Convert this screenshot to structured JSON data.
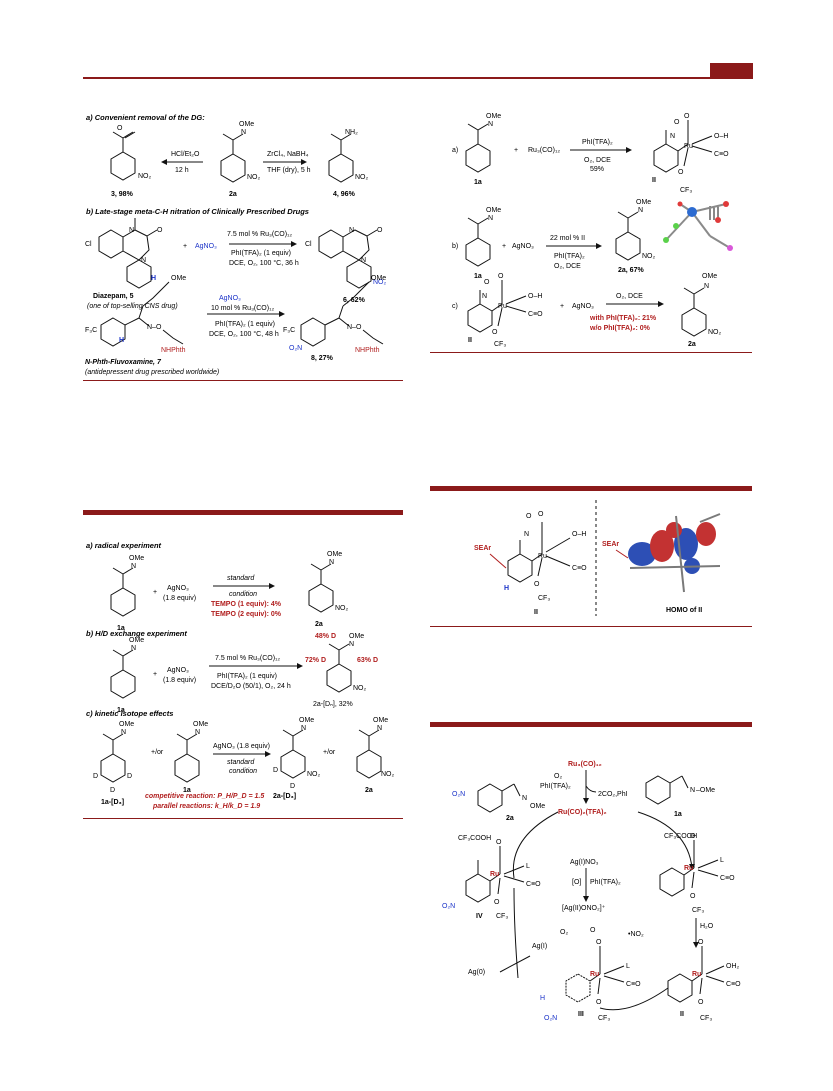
{
  "colors": {
    "accent": "#8b1a1a",
    "red_text": "#b01e1e",
    "blue_text": "#1a32c8"
  },
  "scheme1": {
    "a_title": "a) Convenient removal of the DG:",
    "a_reag1_top": "HCl/Et₂O",
    "a_reag1_bot": "12 h",
    "a_reag2_top": "ZrCl₄, NaBH₄",
    "a_reag2_bot": "THF (dry), 5 h",
    "cmpd3": "3, 98%",
    "cmpd2a": "2a",
    "cmpd4": "4, 96%",
    "b_title": "b) Late-stage meta-C-H nitration of Clinically Prescribed Drugs",
    "diazepam": "Diazepam, 5",
    "diazepam_note": "(one of top-selling CNS drug)",
    "agno3": "AgNO₃",
    "cond_b1_1": "7.5 mol % Ru₃(CO)₁₂",
    "cond_b1_2": "PhI(TFA)₂ (1 equiv)",
    "cond_b1_3": "DCE, O₂, 100 °C, 36 h",
    "cmpd6": "6, 62%",
    "cond_b2_0": "AgNO₃",
    "cond_b2_1": "10 mol % Ru₃(CO)₁₂",
    "cond_b2_2": "PhI(TFA)₂ (1 equiv)",
    "cond_b2_3": "DCE, O₂, 100 °C, 48 h",
    "cmpd8": "8, 27%",
    "fluvox": "N-Phth-Fluvoxamine, 7",
    "fluvox_note": "(antidepressent drug prescribed worldwide)",
    "nhphth": "NHPhth",
    "ome": "OMe"
  },
  "scheme2": {
    "a_title": "a) radical experiment",
    "agno3": "AgNO₃",
    "equiv": "(1.8 equiv)",
    "std": "standard",
    "cond": "condition",
    "tempo1": "TEMPO (1 equiv): 4%",
    "tempo2": "TEMPO (2 equiv): 0%",
    "b_title": "b) H/D exchange experiment",
    "cond_b1": "7.5 mol % Ru₃(CO)₁₂",
    "cond_b2": "PhI(TFA)₂ (1 equiv)",
    "cond_b3": "DCE/D₂O (50/1), O₂, 24 h",
    "d48": "48% D",
    "d72": "72% D",
    "d63": "63% D",
    "prod_b": "2a-[Dₙ], 32%",
    "c_title": "c) kinetic isotope effects",
    "cond_c1": "AgNO₃ (1.8 equiv)",
    "or": "+/or",
    "c1a_d3": "1a-[D₃]",
    "c2a_d3": "2a-[D₃]",
    "comp": "competitive reaction: P_H/P_D = 1.5",
    "par": "parallel reactions: k_H/k_D = 1.9",
    "lbl1a": "1a",
    "lbl2a": "2a",
    "ome": "OMe"
  },
  "scheme3": {
    "a": "a)",
    "b": "b)",
    "c": "c)",
    "ru": "Ru₃(CO)₁₂",
    "cond_a1": "PhI(TFA)₂",
    "cond_a2": "O₂, DCE",
    "cond_a3": "59%",
    "cond_b1": "22 mol % II",
    "cond_b2": "PhI(TFA)₂",
    "cond_b3": "O₂, DCE",
    "prod_b": "2a, 67%",
    "cond_c": "O₂, DCE",
    "with": "with PhI(TFA)₂:  21%",
    "without": "w/o PhI(TFA)₂:    0%",
    "agno3": "AgNO₃",
    "lbl1a": "1a",
    "lbl2a": "2a",
    "lblII": "II",
    "ome": "OMe"
  },
  "scheme4": {
    "sear": "SEAr",
    "homo": "HOMO of II",
    "lblII": "II"
  },
  "scheme5": {
    "ru_top": "Ru₃(CO)₁₂",
    "o2": "O₂",
    "phi": "PhI(TFA)₂",
    "co2": "2CO₂,PhI",
    "ru_center": "Ru(CO)₂(TFA)₂",
    "cf3cooh_l": "CF₃COOH",
    "cf3cooh_r": "CF₃COOH",
    "ag_no3": "Ag(I)NO₃",
    "ox": "[O]",
    "phi2": "PhI(TFA)₂",
    "agono3": "[Ag(II)ONO₂]⁺",
    "o2b": "O₂",
    "no2": "•NO₂",
    "agI": "Ag(I)",
    "ag0": "Ag(0)",
    "h2o": "H₂O",
    "IV": "IV",
    "III": "III",
    "II": "II",
    "lbl2a": "2a",
    "lbl1a": "1a",
    "ome": "OMe",
    "o2n": "O₂N"
  }
}
